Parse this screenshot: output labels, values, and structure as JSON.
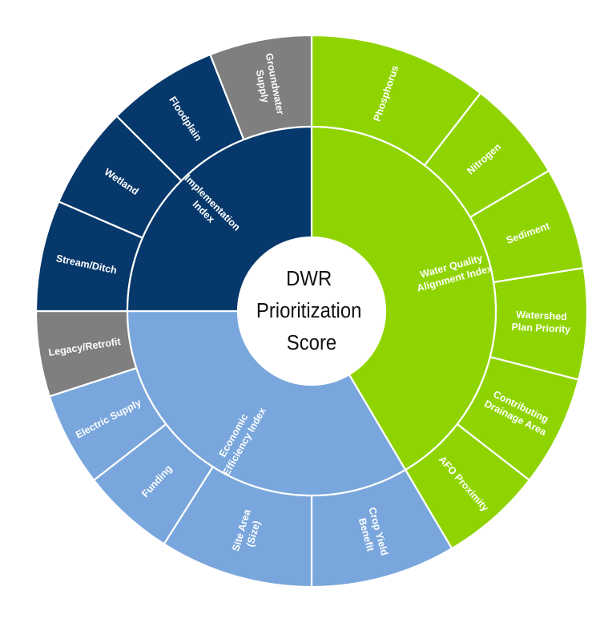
{
  "chart_data": {
    "type": "sunburst",
    "center": {
      "lines": [
        "DWR",
        "Prioritization",
        "Score"
      ]
    },
    "colors": {
      "green": "#8fd400",
      "navy": "#06386b",
      "blue": "#79a6dc",
      "gray": "#7f7f7f",
      "stroke": "#ffffff"
    },
    "inner": [
      {
        "id": "wqai",
        "lines": [
          "Water Quality",
          "Alignment Index"
        ],
        "value": 41.5,
        "color": "green"
      },
      {
        "id": "eei",
        "lines": [
          "Economic",
          "Efficiency Index"
        ],
        "value": 33.5,
        "color": "blue"
      },
      {
        "id": "ii",
        "lines": [
          "Implementation",
          "Index"
        ],
        "value": 25.0,
        "color": "navy"
      }
    ],
    "outer": [
      {
        "id": "phosphorus",
        "parent": "wqai",
        "lines": [
          "Phosphorus"
        ],
        "value": 10.5,
        "color": "green"
      },
      {
        "id": "nitrogen",
        "parent": "wqai",
        "lines": [
          "Nitrogen"
        ],
        "value": 6.0,
        "color": "green"
      },
      {
        "id": "sediment",
        "parent": "wqai",
        "lines": [
          "Sediment"
        ],
        "value": 6.0,
        "color": "green"
      },
      {
        "id": "watershed",
        "parent": "wqai",
        "lines": [
          "Watershed",
          "Plan Priority"
        ],
        "value": 6.5,
        "color": "green"
      },
      {
        "id": "contributing",
        "parent": "wqai",
        "lines": [
          "Contributing",
          "Drainage Area"
        ],
        "value": 6.5,
        "color": "green"
      },
      {
        "id": "afo",
        "parent": "wqai",
        "lines": [
          "AFO Proximity"
        ],
        "value": 6.0,
        "color": "green"
      },
      {
        "id": "crop",
        "parent": "eei",
        "lines": [
          "Crop Yield",
          "Benefit"
        ],
        "value": 8.5,
        "color": "blue"
      },
      {
        "id": "site",
        "parent": "eei",
        "lines": [
          "Site Area",
          "(Size)"
        ],
        "value": 9.0,
        "color": "blue"
      },
      {
        "id": "funding",
        "parent": "eei",
        "lines": [
          "Funding"
        ],
        "value": 5.5,
        "color": "blue"
      },
      {
        "id": "electric",
        "parent": "eei",
        "lines": [
          "Electric Supply"
        ],
        "value": 5.5,
        "color": "blue"
      },
      {
        "id": "legacy",
        "parent": "eei",
        "lines": [
          "Legacy/Retrofit"
        ],
        "value": 5.0,
        "color": "gray"
      },
      {
        "id": "stream",
        "parent": "ii",
        "lines": [
          "Stream/Ditch"
        ],
        "value": 6.5,
        "color": "navy"
      },
      {
        "id": "wetland",
        "parent": "ii",
        "lines": [
          "Wetland"
        ],
        "value": 6.0,
        "color": "navy"
      },
      {
        "id": "floodplain",
        "parent": "ii",
        "lines": [
          "Floodplain"
        ],
        "value": 6.5,
        "color": "navy"
      },
      {
        "id": "groundwater",
        "parent": "ii",
        "lines": [
          "Groundwater",
          "Supply"
        ],
        "value": 6.0,
        "color": "gray"
      }
    ]
  }
}
